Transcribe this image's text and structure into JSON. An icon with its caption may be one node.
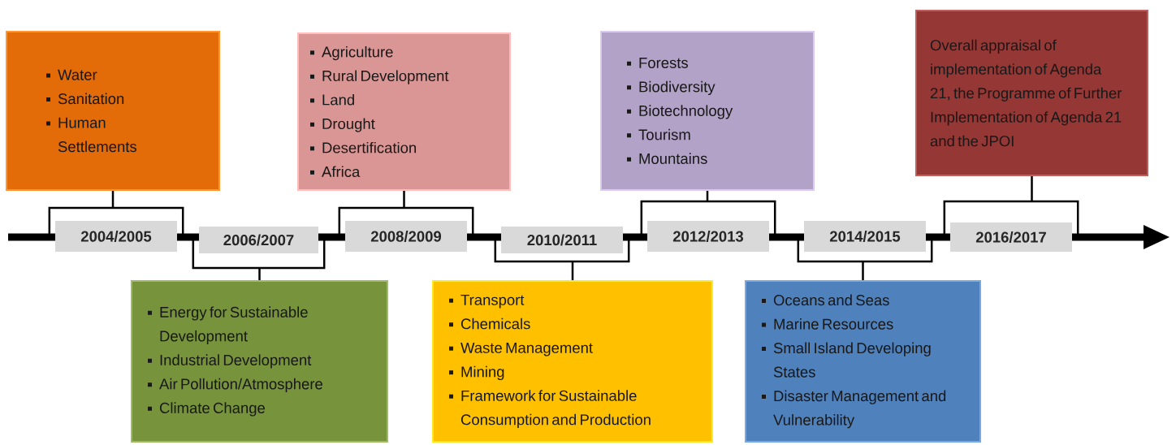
{
  "diagram": {
    "nodes": [
      {
        "text": [
          "Water",
          "Sanitation",
          "Human Settlements"
        ]
      },
      {
        "text": [
          "Energy for Sustainable Development",
          "Industrial Development",
          "Air Pollution/Atmosphere",
          "Climate Change"
        ]
      },
      {
        "text": [
          "Agriculture",
          "Rural Development",
          "Land",
          "Drought",
          "Desertification",
          "Africa"
        ]
      },
      {
        "text": [
          "Transport",
          "Chemicals",
          "Waste Management",
          "Mining",
          "Framework for Sustainable Consumption and Production"
        ]
      },
      {
        "text": [
          "Forests",
          "Biodiversity",
          "Biotechnology",
          "Tourism",
          "Mountains"
        ]
      },
      {
        "text": [
          "Oceans and Seas",
          "Marine Resources",
          "Small Island Developing States",
          "Disaster Management and Vulnerability"
        ]
      },
      {
        "text": [
          "Overall appraisal of implementation of Agenda 21, the Programme of Further Implementation of Agenda 21 and the JPOI"
        ]
      },
      {
        "text": [
          "2004/2005"
        ]
      },
      {
        "text": [
          "2006/2007"
        ]
      },
      {
        "text": [
          "2008/2009"
        ]
      },
      {
        "text": [
          "2010/2011"
        ]
      },
      {
        "text": [
          "2012/2013"
        ]
      },
      {
        "text": [
          "2014/2015"
        ]
      },
      {
        "text": [
          "2016/2017"
        ]
      }
    ],
    "edges": [
      {
        "from": 0,
        "to": 7,
        "arrow": "none"
      },
      {
        "from": 1,
        "to": 8,
        "arrow": "none"
      },
      {
        "from": 2,
        "to": 9,
        "arrow": "none"
      },
      {
        "from": 3,
        "to": 10,
        "arrow": "none"
      },
      {
        "from": 4,
        "to": 11,
        "arrow": "none"
      },
      {
        "from": 5,
        "to": 12,
        "arrow": "none"
      },
      {
        "from": 6,
        "to": 13,
        "arrow": "none"
      }
    ]
  }
}
